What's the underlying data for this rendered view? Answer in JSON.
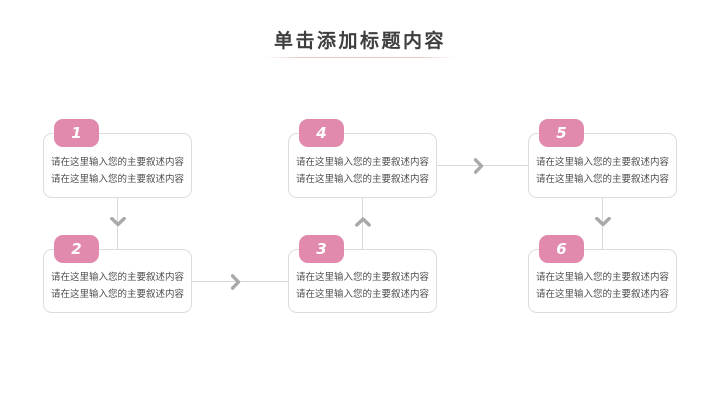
{
  "slide": {
    "title": "单击添加标题内容"
  },
  "colors": {
    "accent_pink": "#e18aae",
    "box_border": "#dcdcdc",
    "connector_line": "#d9d9d9",
    "arrow_gray": "#a9a9a9",
    "title_text": "#3f3f3f",
    "body_text": "#4c4c4c",
    "divider_pink": "#ecc9c9",
    "background": "#ffffff"
  },
  "boxes": [
    {
      "number": "1",
      "lines": [
        "请在这里输入您的主要叙述内容",
        "请在这里输入您的主要叙述内容"
      ]
    },
    {
      "number": "2",
      "lines": [
        "请在这里输入您的主要叙述内容",
        "请在这里输入您的主要叙述内容"
      ]
    },
    {
      "number": "3",
      "lines": [
        "请在这里输入您的主要叙述内容",
        "请在这里输入您的主要叙述内容"
      ]
    },
    {
      "number": "4",
      "lines": [
        "请在这里输入您的主要叙述内容",
        "请在这里输入您的主要叙述内容"
      ]
    },
    {
      "number": "5",
      "lines": [
        "请在这里输入您的主要叙述内容",
        "请在这里输入您的主要叙述内容"
      ]
    },
    {
      "number": "6",
      "lines": [
        "请在这里输入您的主要叙述内容",
        "请在这里输入您的主要叙述内容"
      ]
    }
  ],
  "arrows": [
    {
      "from": "1",
      "to": "2",
      "direction": "down"
    },
    {
      "from": "2",
      "to": "3",
      "direction": "right"
    },
    {
      "from": "3",
      "to": "4",
      "direction": "up"
    },
    {
      "from": "4",
      "to": "5",
      "direction": "right"
    },
    {
      "from": "5",
      "to": "6",
      "direction": "down"
    }
  ]
}
